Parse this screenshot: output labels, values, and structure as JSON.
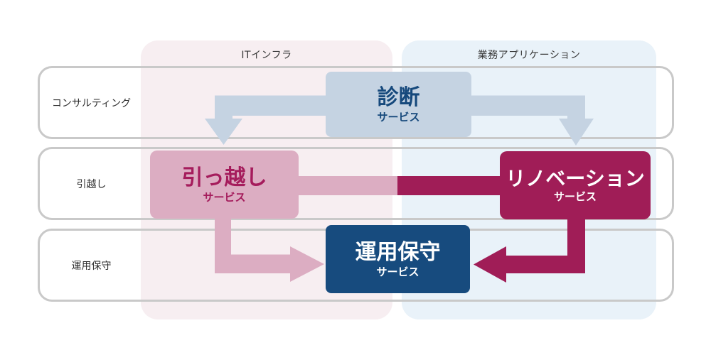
{
  "colors": {
    "background": "#ffffff",
    "column_it_bg": "#f7eef1",
    "column_app_bg": "#e9f2f9",
    "light_blue": "#c5d3e2",
    "navy": "#174b7e",
    "navy_text": "#16497c",
    "pink": "#dcadc2",
    "magenta": "#a01d57",
    "magenta_text": "#a51c5c",
    "row_border": "#c9c9c9",
    "label_text": "#2e2e2e",
    "header_text": "#3a3a3a"
  },
  "columns": [
    {
      "id": "it-infra",
      "label": "ITインフラ"
    },
    {
      "id": "business-app",
      "label": "業務アプリケーション"
    }
  ],
  "rows": [
    {
      "id": "consulting",
      "label": "コンサルティング"
    },
    {
      "id": "moving",
      "label": "引越し"
    },
    {
      "id": "operation",
      "label": "運用保守"
    }
  ],
  "boxes": {
    "diagnosis": {
      "title": "診断",
      "subtitle": "サービス"
    },
    "moving": {
      "title": "引っ越し",
      "subtitle": "サービス"
    },
    "renovation": {
      "title": "リノベーション",
      "subtitle": "サービス"
    },
    "operation": {
      "title": "運用保守",
      "subtitle": "サービス"
    }
  },
  "arrows": [
    {
      "name": "diagnosis-to-moving-arrow",
      "from": "診断サービス",
      "to": "引っ越しサービス",
      "color": "#c5d3e2"
    },
    {
      "name": "diagnosis-to-renovation-arrow",
      "from": "診断サービス",
      "to": "リノベーションサービス",
      "color": "#c5d3e2"
    },
    {
      "name": "moving-to-renovation-band",
      "from": "引っ越しサービス",
      "to": "リノベーションサービス",
      "color": "#dcadc2 / #a01d57"
    },
    {
      "name": "moving-to-operation-arrow",
      "from": "引っ越しサービス",
      "to": "運用保守サービス",
      "color": "#dcadc2"
    },
    {
      "name": "renovation-to-operation-arrow",
      "from": "リノベーションサービス",
      "to": "運用保守サービス",
      "color": "#a01d57"
    }
  ]
}
